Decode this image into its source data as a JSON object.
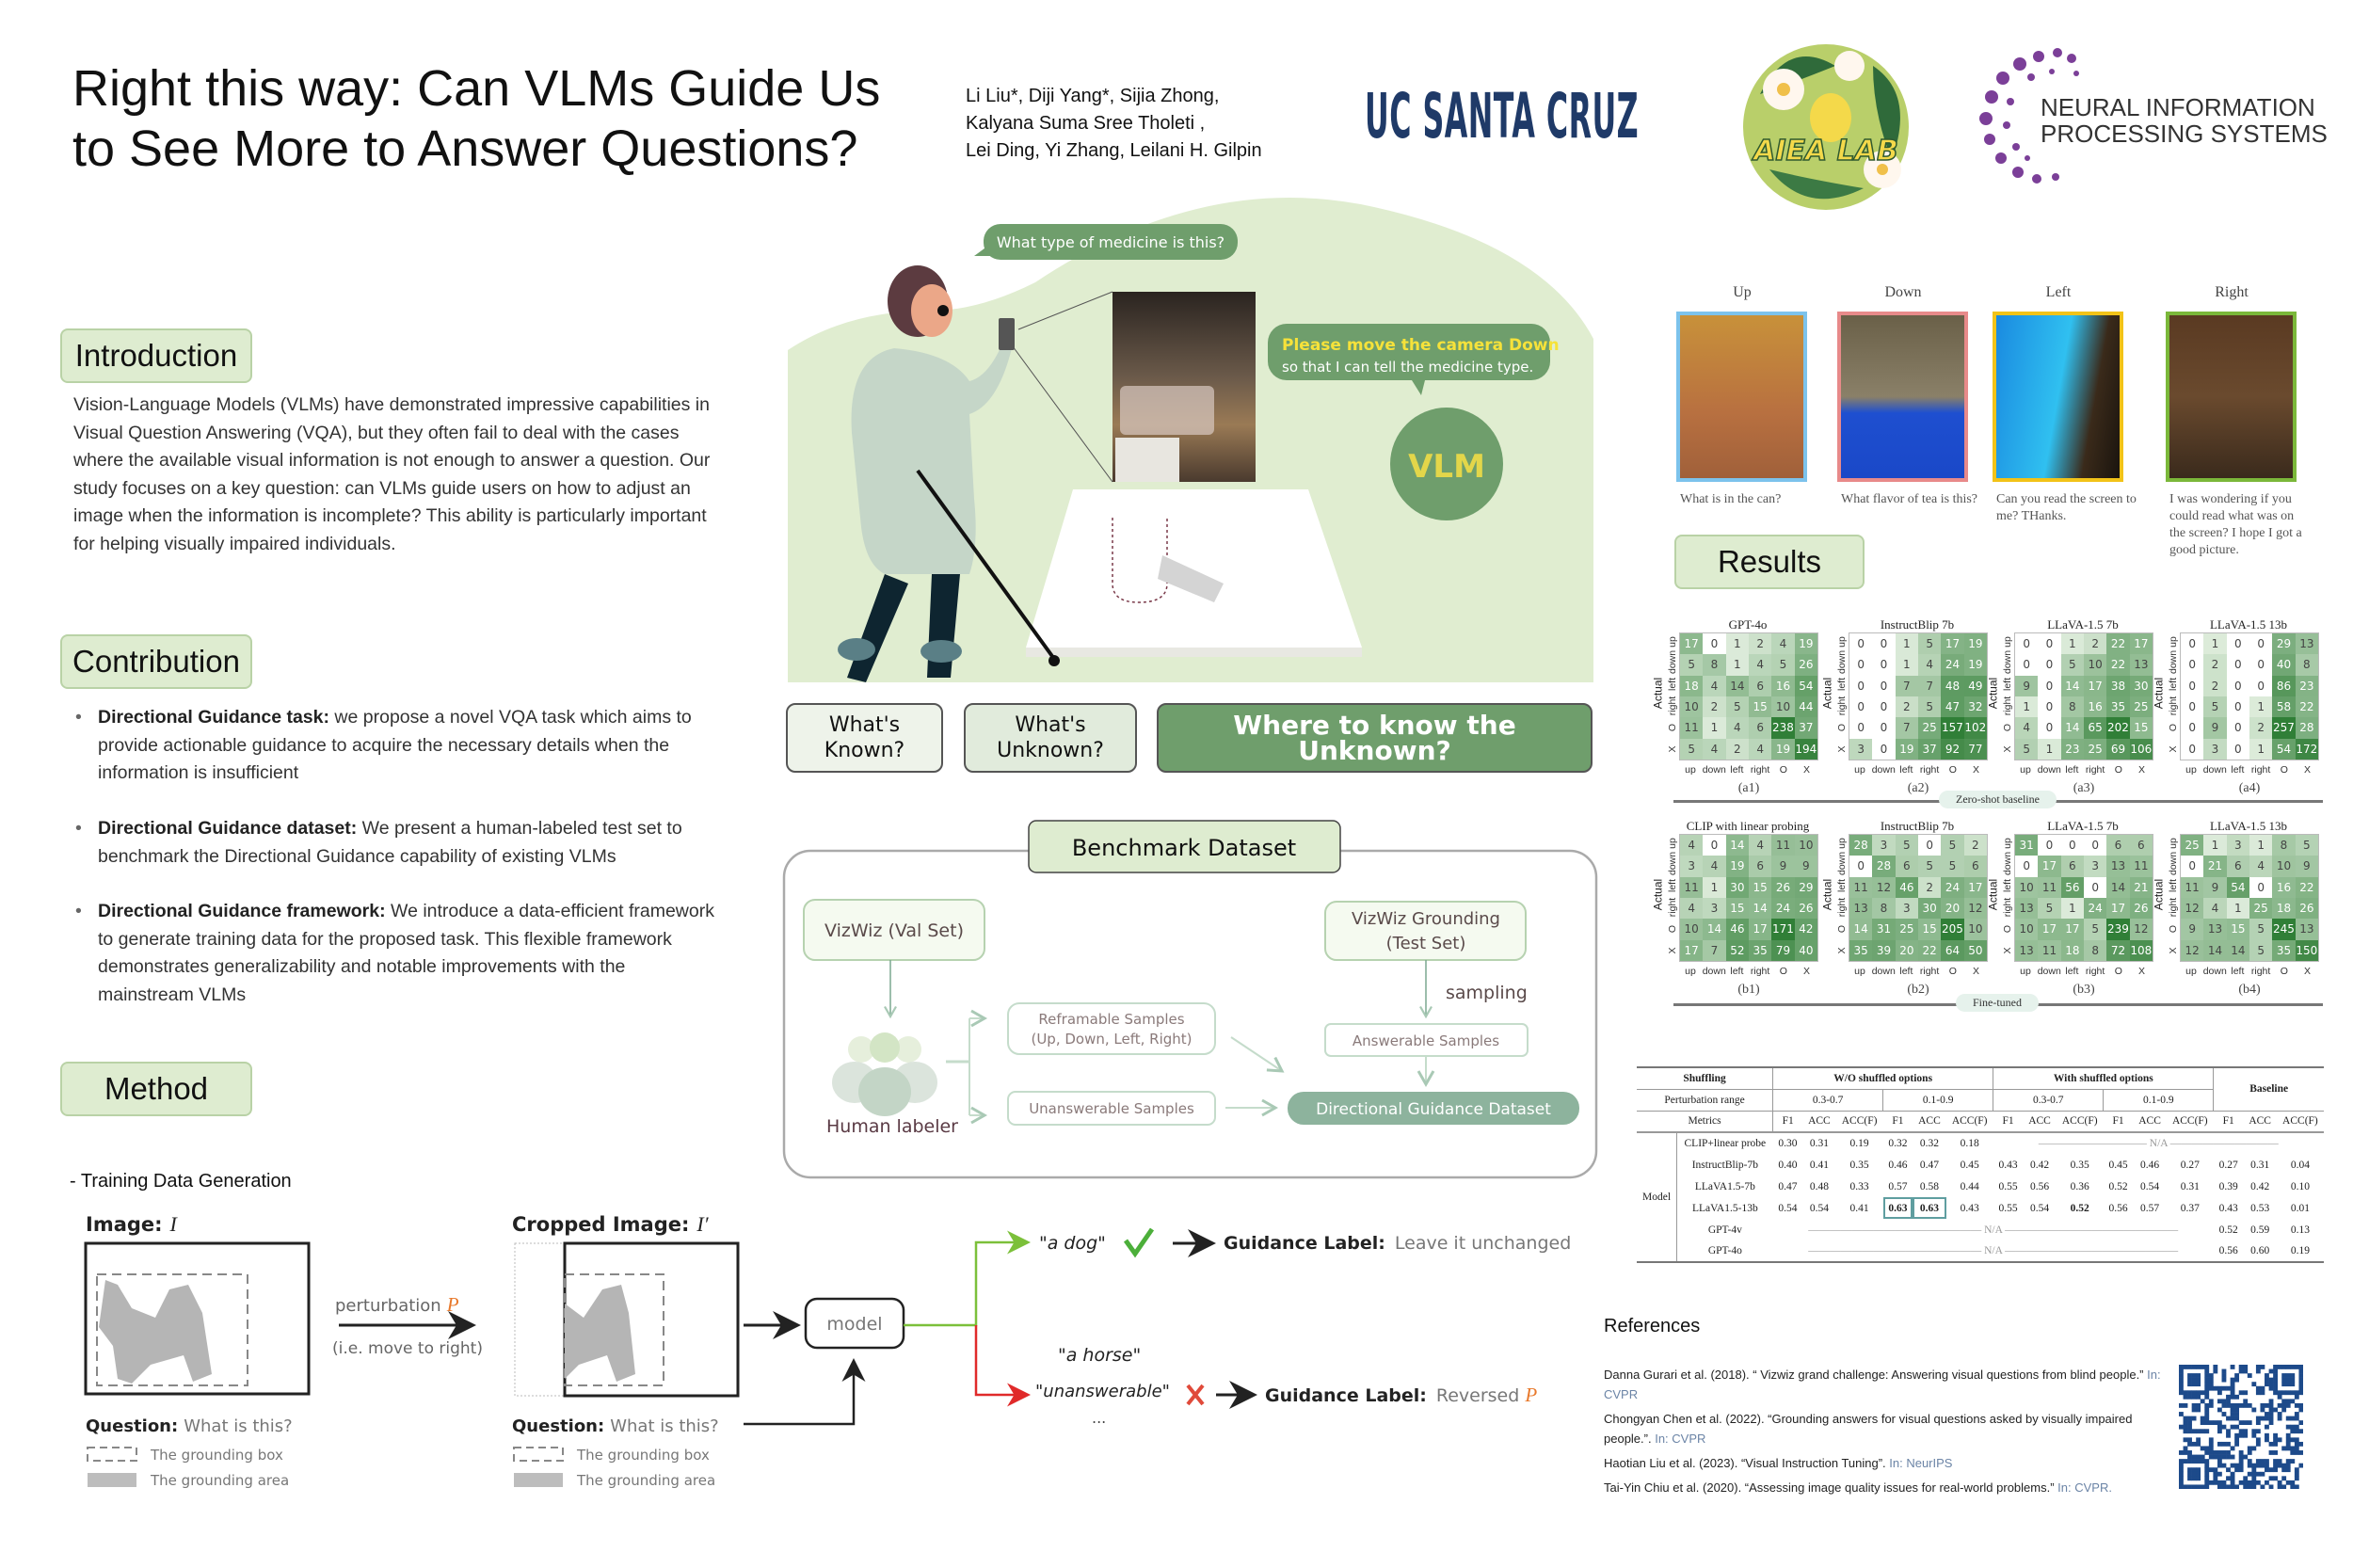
{
  "header": {
    "title_line1": "Right this way: Can VLMs Guide Us",
    "title_line2": "to See More to Answer Questions?",
    "authors": [
      "Li Liu*, Diji Yang*, Sijia Zhong,",
      "Kalyana Suma Sree Tholeti ,",
      "Lei Ding, Yi Zhang, Leilani H. Gilpin"
    ],
    "logos": {
      "ucsc": "UC SANTA CRUZ",
      "aiea": "AIEA LAB",
      "neurips_line1": "NEURAL INFORMATION",
      "neurips_line2": "PROCESSING SYSTEMS"
    }
  },
  "introduction": {
    "heading": "Introduction",
    "text": "Vision-Language Models (VLMs) have demonstrated impressive capabilities in Visual Question Answering (VQA), but they often fail to deal with the cases where the available visual information is not enough to answer a question. Our study focuses on a key question: can VLMs guide users on how to adjust an image when the information is incomplete? This ability is particularly important for helping visually impaired individuals."
  },
  "contribution": {
    "heading": "Contribution",
    "bullets": [
      {
        "bold": "Directional Guidance task:",
        "text": " we propose a novel VQA task which aims to provide actionable guidance to acquire the necessary details when the information is insufficient"
      },
      {
        "bold": "Directional Guidance dataset:",
        "text": " We present a human-labeled test set to benchmark the Directional Guidance capability of existing VLMs"
      },
      {
        "bold": "Directional Guidance framework:",
        "text": " We introduce a data-efficient framework to generate training data for the proposed task. This flexible framework demonstrates generalizability and notable improvements with the mainstream VLMs"
      }
    ]
  },
  "illustration": {
    "user_question": "What type of medicine is this?",
    "vlm_reply_bold": "Please move the camera Down",
    "vlm_reply_rest": "so that I can tell the medicine type.",
    "vlm_label": "VLM",
    "buttons": [
      "What's",
      "Known?",
      "What's",
      "Unknown?"
    ],
    "main_question": "Where to know the Unknown?"
  },
  "benchmark": {
    "title": "Benchmark Dataset",
    "vizwiz_val": "VizWiz (Val Set)",
    "vizwiz_grounding_1": "VizWiz Grounding",
    "vizwiz_grounding_2": "(Test Set)",
    "sampling": "sampling",
    "human_labeler": "Human labeler",
    "reframable_1": "Reframable Samples",
    "reframable_2": "(Up, Down, Left, Right)",
    "unanswerable": "Unanswerable Samples",
    "answerable": "Answerable Samples",
    "dataset": "Directional Guidance Dataset"
  },
  "method": {
    "heading": "Method",
    "subheading": "- Training Data Generation",
    "image_label": "Image:",
    "image_symbol": "I",
    "cropped_label": "Cropped Image:",
    "cropped_symbol": "I′",
    "perturbation": "perturbation",
    "perturbation_symbol": "P",
    "perturbation_note": "(i.e. move to right)",
    "question_label": "Question:",
    "question_text": "What is this?",
    "legend_box": "The grounding box",
    "legend_area": "The grounding area",
    "model": "model",
    "answer_dog": "\"a dog\"",
    "answer_horse": "\"a horse\"",
    "answer_unanswerable": "\"unanswerable\"",
    "ellipsis": "...",
    "guidance_label": "Guidance Label:",
    "guidance_keep": "Leave it unchanged",
    "guidance_reverse": "Reversed",
    "guidance_symbol": "P"
  },
  "examples": [
    {
      "direction": "Up",
      "question": "What is in the can?",
      "color": "#7cc3ec"
    },
    {
      "direction": "Down",
      "question": "What flavor of tea is this?",
      "color": "#e88a8a"
    },
    {
      "direction": "Left",
      "question": "Can you read the screen to me? THanks.",
      "color": "#f2c318"
    },
    {
      "direction": "Right",
      "question": "I was wondering if you could read what was on the screen? I hope I got a good picture.",
      "color": "#7bb83a"
    }
  ],
  "results": {
    "heading": "Results",
    "axis_labels": [
      "up",
      "down",
      "left",
      "right",
      "O",
      "X"
    ],
    "ylabel": "Actual",
    "zero_shot_label": "Zero-shot baseline",
    "fine_tuned_label": "Fine-tuned",
    "matrices_zero_shot": [
      {
        "title": "GPT-4o",
        "tag": "(a1)",
        "values": [
          [
            17,
            0,
            1,
            2,
            4,
            19
          ],
          [
            5,
            8,
            1,
            4,
            5,
            26
          ],
          [
            18,
            4,
            14,
            6,
            16,
            54
          ],
          [
            10,
            2,
            5,
            15,
            10,
            44
          ],
          [
            11,
            1,
            4,
            6,
            238,
            37
          ],
          [
            5,
            4,
            2,
            4,
            19,
            194
          ]
        ]
      },
      {
        "title": "InstructBlip 7b",
        "tag": "(a2)",
        "values": [
          [
            0,
            0,
            1,
            5,
            17,
            19
          ],
          [
            0,
            0,
            1,
            4,
            24,
            19
          ],
          [
            0,
            0,
            7,
            7,
            48,
            49
          ],
          [
            0,
            0,
            2,
            5,
            47,
            32
          ],
          [
            0,
            0,
            7,
            25,
            157,
            102
          ],
          [
            3,
            0,
            19,
            37,
            92,
            77
          ]
        ]
      },
      {
        "title": "LLaVA-1.5 7b",
        "tag": "(a3)",
        "values": [
          [
            0,
            0,
            1,
            2,
            22,
            17
          ],
          [
            0,
            0,
            5,
            10,
            22,
            13
          ],
          [
            9,
            0,
            14,
            17,
            38,
            30
          ],
          [
            1,
            0,
            8,
            16,
            35,
            25
          ],
          [
            4,
            0,
            14,
            65,
            202,
            15
          ],
          [
            5,
            1,
            23,
            25,
            69,
            106
          ]
        ]
      },
      {
        "title": "LLaVA-1.5 13b",
        "tag": "(a4)",
        "values": [
          [
            0,
            1,
            0,
            0,
            29,
            13
          ],
          [
            0,
            2,
            0,
            0,
            40,
            8
          ],
          [
            0,
            2,
            0,
            0,
            86,
            23
          ],
          [
            0,
            5,
            0,
            1,
            58,
            22
          ],
          [
            0,
            9,
            0,
            2,
            257,
            28
          ],
          [
            0,
            3,
            0,
            1,
            54,
            172
          ]
        ]
      }
    ],
    "matrices_fine_tuned": [
      {
        "title": "CLIP with linear probing",
        "tag": "(b1)",
        "values": [
          [
            4,
            0,
            14,
            4,
            11,
            10
          ],
          [
            3,
            4,
            19,
            6,
            9,
            9
          ],
          [
            11,
            1,
            30,
            15,
            26,
            29
          ],
          [
            4,
            3,
            15,
            14,
            24,
            26
          ],
          [
            10,
            14,
            46,
            17,
            171,
            42
          ],
          [
            17,
            7,
            52,
            35,
            79,
            40
          ]
        ]
      },
      {
        "title": "InstructBlip 7b",
        "tag": "(b2)",
        "values": [
          [
            28,
            3,
            5,
            0,
            5,
            2
          ],
          [
            0,
            28,
            6,
            5,
            5,
            6
          ],
          [
            11,
            12,
            46,
            2,
            24,
            17
          ],
          [
            13,
            8,
            3,
            30,
            20,
            12
          ],
          [
            14,
            31,
            25,
            15,
            205,
            10
          ],
          [
            35,
            39,
            20,
            22,
            64,
            50
          ]
        ]
      },
      {
        "title": "LLaVA-1.5 7b",
        "tag": "(b3)",
        "values": [
          [
            31,
            0,
            0,
            0,
            6,
            6
          ],
          [
            0,
            17,
            6,
            3,
            13,
            11
          ],
          [
            10,
            11,
            56,
            0,
            14,
            21
          ],
          [
            13,
            5,
            1,
            24,
            17,
            26
          ],
          [
            10,
            17,
            17,
            5,
            239,
            12
          ],
          [
            13,
            11,
            18,
            8,
            72,
            108
          ]
        ]
      },
      {
        "title": "LLaVA-1.5 13b",
        "tag": "(b4)",
        "values": [
          [
            25,
            1,
            3,
            1,
            8,
            5
          ],
          [
            0,
            21,
            6,
            4,
            10,
            9
          ],
          [
            11,
            9,
            54,
            0,
            16,
            22
          ],
          [
            12,
            4,
            1,
            25,
            18,
            26
          ],
          [
            9,
            13,
            15,
            5,
            245,
            13
          ],
          [
            12,
            14,
            14,
            5,
            35,
            150
          ]
        ]
      }
    ],
    "table": {
      "shuffling": "Shuffling",
      "wo_shuffled": "W/O shuffled options",
      "with_shuffled": "With shuffled options",
      "baseline": "Baseline",
      "perturbation_range": "Perturbation range",
      "ranges": [
        "0.3-0.7",
        "0.1-0.9",
        "0.3-0.7",
        "0.1-0.9"
      ],
      "metrics_label": "Metrics",
      "metrics": [
        "F1",
        "ACC",
        "ACC(F)"
      ],
      "model_label": "Model",
      "na": "N/A",
      "rows": [
        {
          "model": "CLIP+linear probe",
          "values": [
            "0.30",
            "0.31",
            "0.19",
            "0.32",
            "0.32",
            "0.18"
          ],
          "na_span": "shuffled_and_baseline"
        },
        {
          "model": "InstructBlip-7b",
          "values": [
            "0.40",
            "0.41",
            "0.35",
            "0.46",
            "0.47",
            "0.45",
            "0.43",
            "0.42",
            "0.35",
            "0.45",
            "0.46",
            "0.27",
            "0.27",
            "0.31",
            "0.04"
          ]
        },
        {
          "model": "LLaVA1.5-7b",
          "values": [
            "0.47",
            "0.48",
            "0.33",
            "0.57",
            "0.58",
            "0.44",
            "0.55",
            "0.56",
            "0.36",
            "0.52",
            "0.54",
            "0.31",
            "0.39",
            "0.42",
            "0.10"
          ]
        },
        {
          "model": "LLaVA1.5-13b",
          "values": [
            "0.54",
            "0.54",
            "0.41",
            "0.63",
            "0.63",
            "0.43",
            "0.55",
            "0.54",
            "0.52",
            "0.56",
            "0.57",
            "0.37",
            "0.43",
            "0.53",
            "0.01"
          ],
          "bold": [
            3,
            4,
            8
          ],
          "highlight": [
            3,
            4
          ]
        },
        {
          "model": "GPT-4v",
          "values": [
            "0.52",
            "0.59",
            "0.13"
          ],
          "na_span": "finetuned"
        },
        {
          "model": "GPT-4o",
          "values": [
            "0.56",
            "0.60",
            "0.19"
          ],
          "na_span": "finetuned"
        }
      ]
    }
  },
  "references": {
    "heading": "References",
    "items": [
      {
        "text": "Danna Gurari et al. (2018). “ Vizwiz grand challenge: Answering visual questions from blind people.”",
        "venue": "In: CVPR"
      },
      {
        "text": "Chongyan Chen et al. (2022). “Grounding answers for visual questions asked by visually impaired people.”.",
        "venue": "In: CVPR"
      },
      {
        "text": "Haotian Liu et al. (2023). “Visual Instruction Tuning”.",
        "venue": "In: NeurIPS"
      },
      {
        "text": "Tai-Yin Chiu et al. (2020). “Assessing image quality issues for real-world problems.”",
        "venue": "In: CVPR."
      }
    ]
  },
  "colors": {
    "accent_green": "#6f9e6c",
    "header_green": "#deecd0",
    "vlm_yellow": "#e3d64a",
    "navy": "#1f3a68"
  }
}
